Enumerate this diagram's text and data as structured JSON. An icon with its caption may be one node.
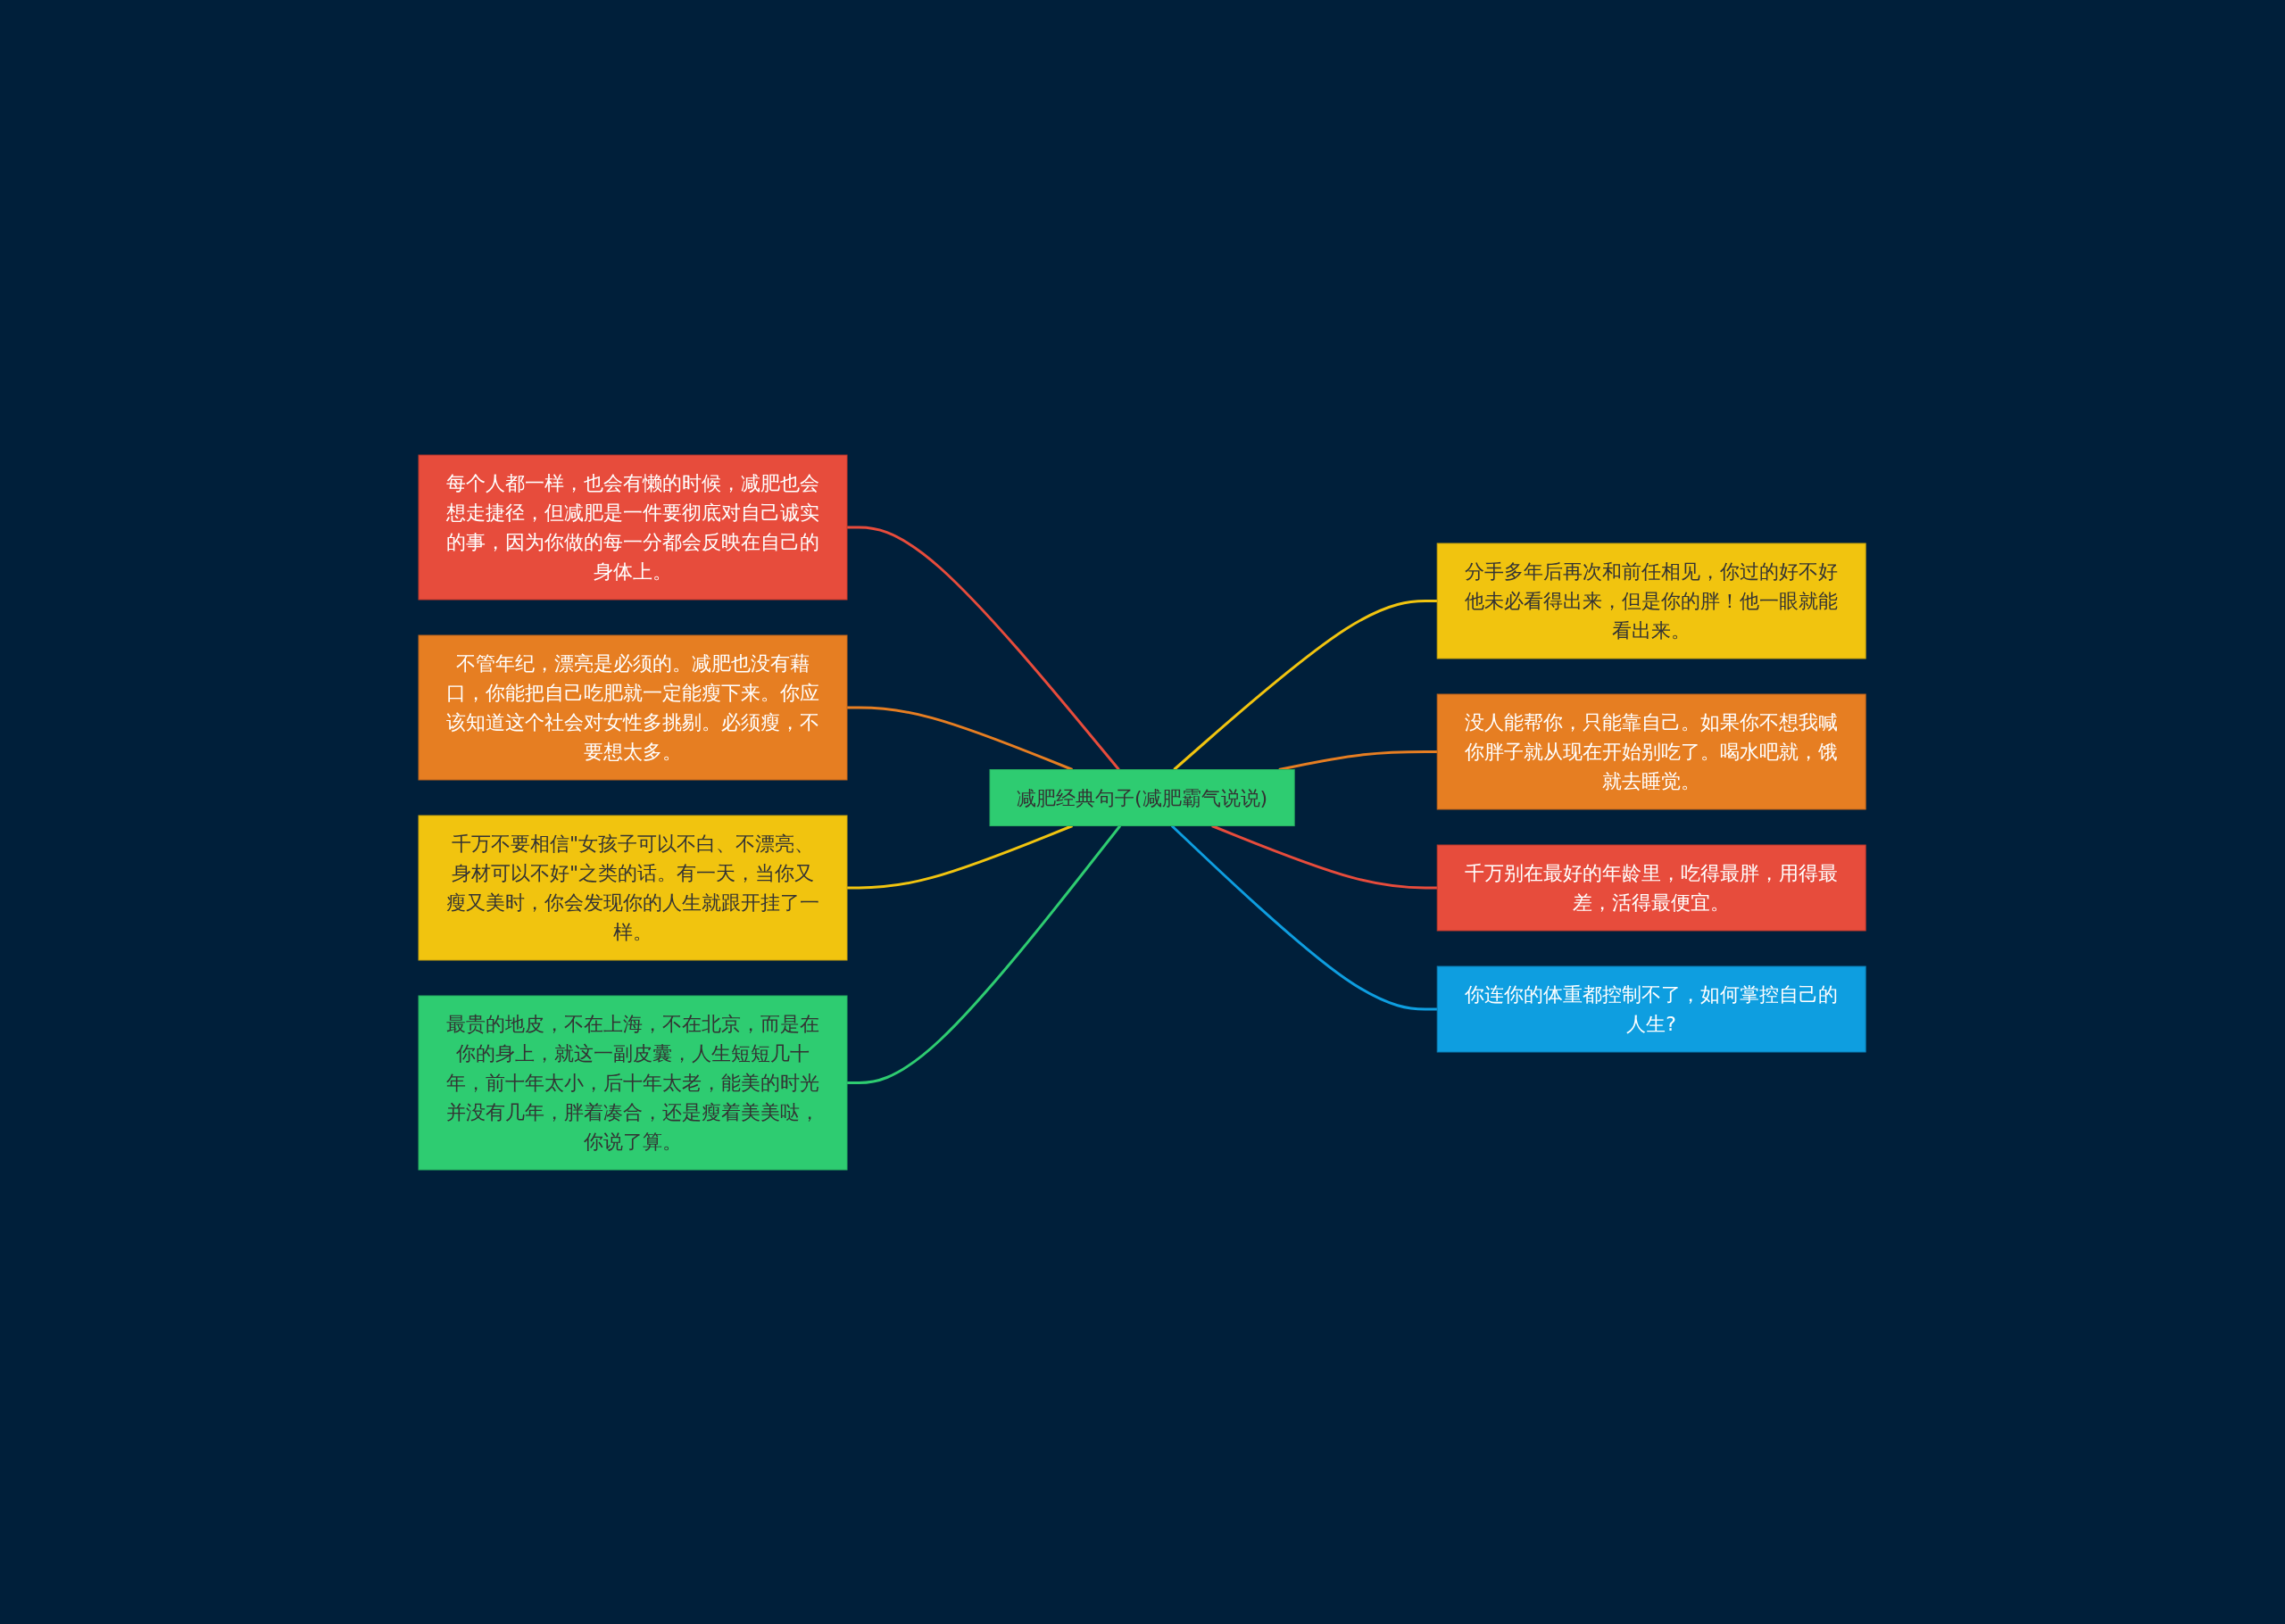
{
  "diagram": {
    "nodes": [
      {
        "text": [
          "减肥经典句子(减肥霸气说说)"
        ]
      },
      {
        "text": [
          "每个人都一样，也会有懒的时候，减肥也会想走捷径，但减肥是一件要彻底对自己诚实的事，因为你做的每一分都会反映在自己的身体上。"
        ]
      },
      {
        "text": [
          "不管年纪，漂亮是必须的。减肥也没有藉口，你能把自己吃肥就一定能瘦下来。你应该知道这个社会对女性多挑剔。必须瘦，不要想太多。"
        ]
      },
      {
        "text": [
          "千万不要相信\"女孩子可以不白、不漂亮、身材可以不好\"之类的话。有一天，当你又瘦又美时，你会发现你的人生就跟开挂了一样。"
        ]
      },
      {
        "text": [
          "最贵的地皮，不在上海，不在北京，而是在你的身上，就这一副皮囊，人生短短几十年，前十年太小，后十年太老，能美的时光并没有几年，胖着凑合，还是瘦着美美哒，你说了算。"
        ]
      },
      {
        "text": [
          "分手多年后再次和前任相见，你过的好不好他未必看得出来，但是你的胖！他一眼就能看出来。"
        ]
      },
      {
        "text": [
          "没人能帮你，只能靠自己。如果你不想我喊你胖子就从现在开始别吃了。喝水吧就，饿就去睡觉。"
        ]
      },
      {
        "text": [
          "千万别在最好的年龄里，吃得最胖，用得最差，活得最便宜。"
        ]
      },
      {
        "text": [
          "你连你的体重都控制不了，如何掌控自己的人生?"
        ]
      }
    ],
    "edges": [
      {
        "from": 1,
        "to": 0,
        "arrow": "none",
        "color": "#e74c3c"
      },
      {
        "from": 2,
        "to": 0,
        "arrow": "none",
        "color": "#e67e22"
      },
      {
        "from": 3,
        "to": 0,
        "arrow": "none",
        "color": "#f1c40f"
      },
      {
        "from": 4,
        "to": 0,
        "arrow": "none",
        "color": "#2ecc71"
      },
      {
        "from": 0,
        "to": 5,
        "arrow": "none",
        "color": "#f1c40f"
      },
      {
        "from": 0,
        "to": 6,
        "arrow": "none",
        "color": "#e67e22"
      },
      {
        "from": 0,
        "to": 7,
        "arrow": "none",
        "color": "#e74c3c"
      },
      {
        "from": 0,
        "to": 8,
        "arrow": "none",
        "color": "#0e9ee0"
      }
    ]
  }
}
